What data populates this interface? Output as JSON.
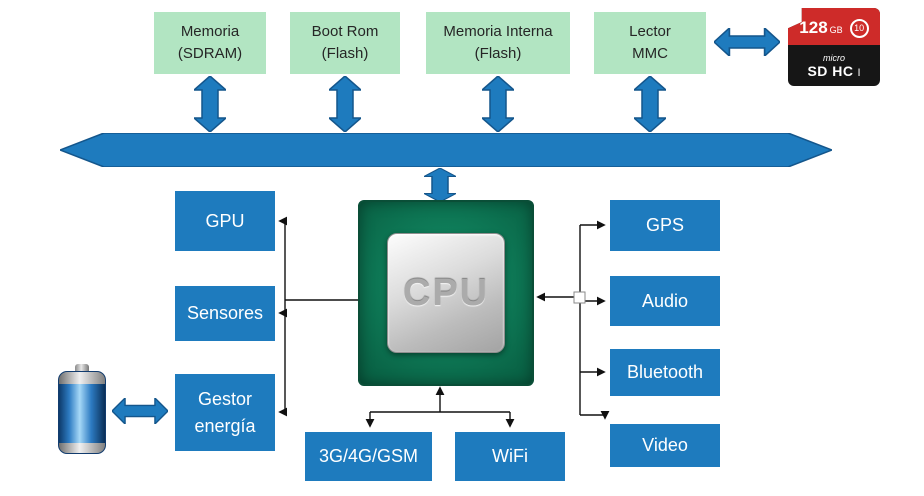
{
  "modules": {
    "top": [
      "Memoria\n(SDRAM)",
      "Boot Rom\n(Flash)",
      "Memoria Interna\n(Flash)",
      "Lector\nMMC"
    ],
    "left": [
      "GPU",
      "Sensores",
      "Gestor\nenergía"
    ],
    "right": [
      "GPS",
      "Audio",
      "Bluetooth",
      "Video"
    ],
    "bottom": [
      "3G/4G/GSM",
      "WiFi"
    ]
  },
  "cpu": {
    "label": "CPU"
  },
  "sd_card": {
    "capacity": "128",
    "unit": "GB",
    "speed_class": "10",
    "brand_micro": "micro",
    "brand_type": "SD HC",
    "uhs": "I"
  },
  "colors": {
    "module_blue": "#1E7BBE",
    "module_green": "#B2E5C2",
    "arrow_blue": "#1E7BBE",
    "sd_red": "#CE2B29",
    "sd_black": "#161616"
  }
}
